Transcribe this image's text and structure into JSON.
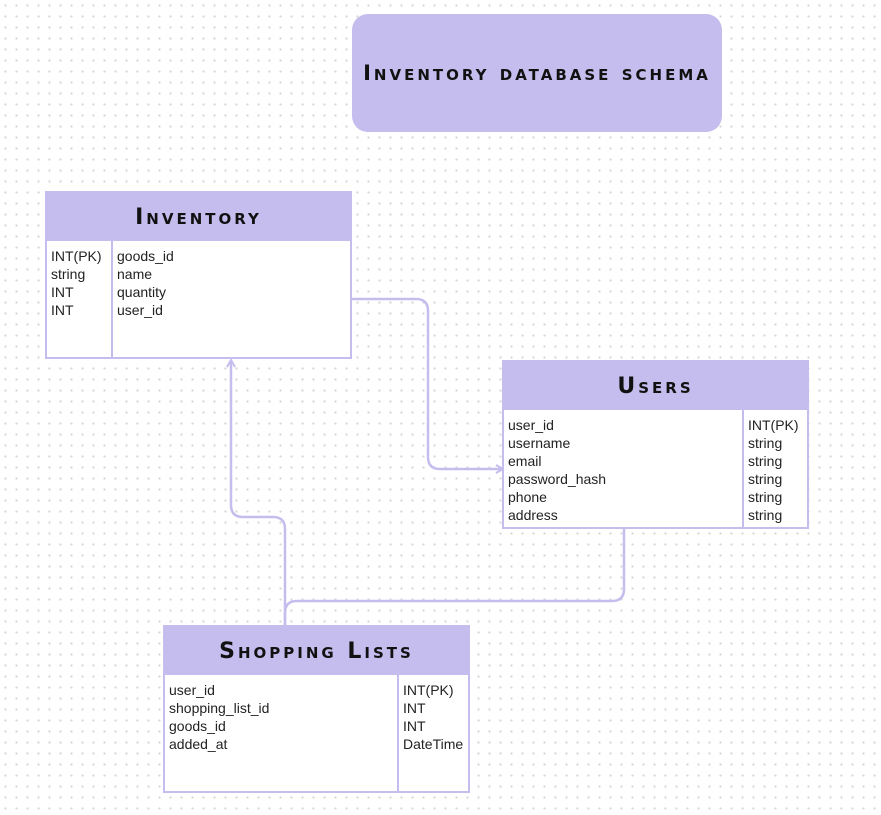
{
  "diagram": {
    "title": "Inventory database schema",
    "colors": {
      "accent": "#c4bded",
      "connector": "#c4bded",
      "text": "#111111"
    },
    "tables": {
      "inventory": {
        "name": "Inventory",
        "types": [
          "INT(PK)",
          "string",
          "INT",
          "INT"
        ],
        "fields": [
          "goods_id",
          "name",
          "quantity",
          "user_id"
        ]
      },
      "users": {
        "name": "Users",
        "fields": [
          "user_id",
          "username",
          "email",
          "password_hash",
          "phone",
          "address"
        ],
        "types": [
          "INT(PK)",
          "string",
          "string",
          "string",
          "string",
          "string"
        ]
      },
      "shopping_lists": {
        "name": "Shopping Lists",
        "fields": [
          "user_id",
          "shopping_list_id",
          "goods_id",
          "added_at"
        ],
        "types": [
          "INT(PK)",
          "INT",
          "INT",
          "DateTime"
        ]
      }
    },
    "relationships": [
      {
        "from": "inventory",
        "to": "users"
      },
      {
        "from": "shopping_lists",
        "to": "inventory"
      },
      {
        "from": "users",
        "to": "shopping_lists"
      }
    ]
  }
}
